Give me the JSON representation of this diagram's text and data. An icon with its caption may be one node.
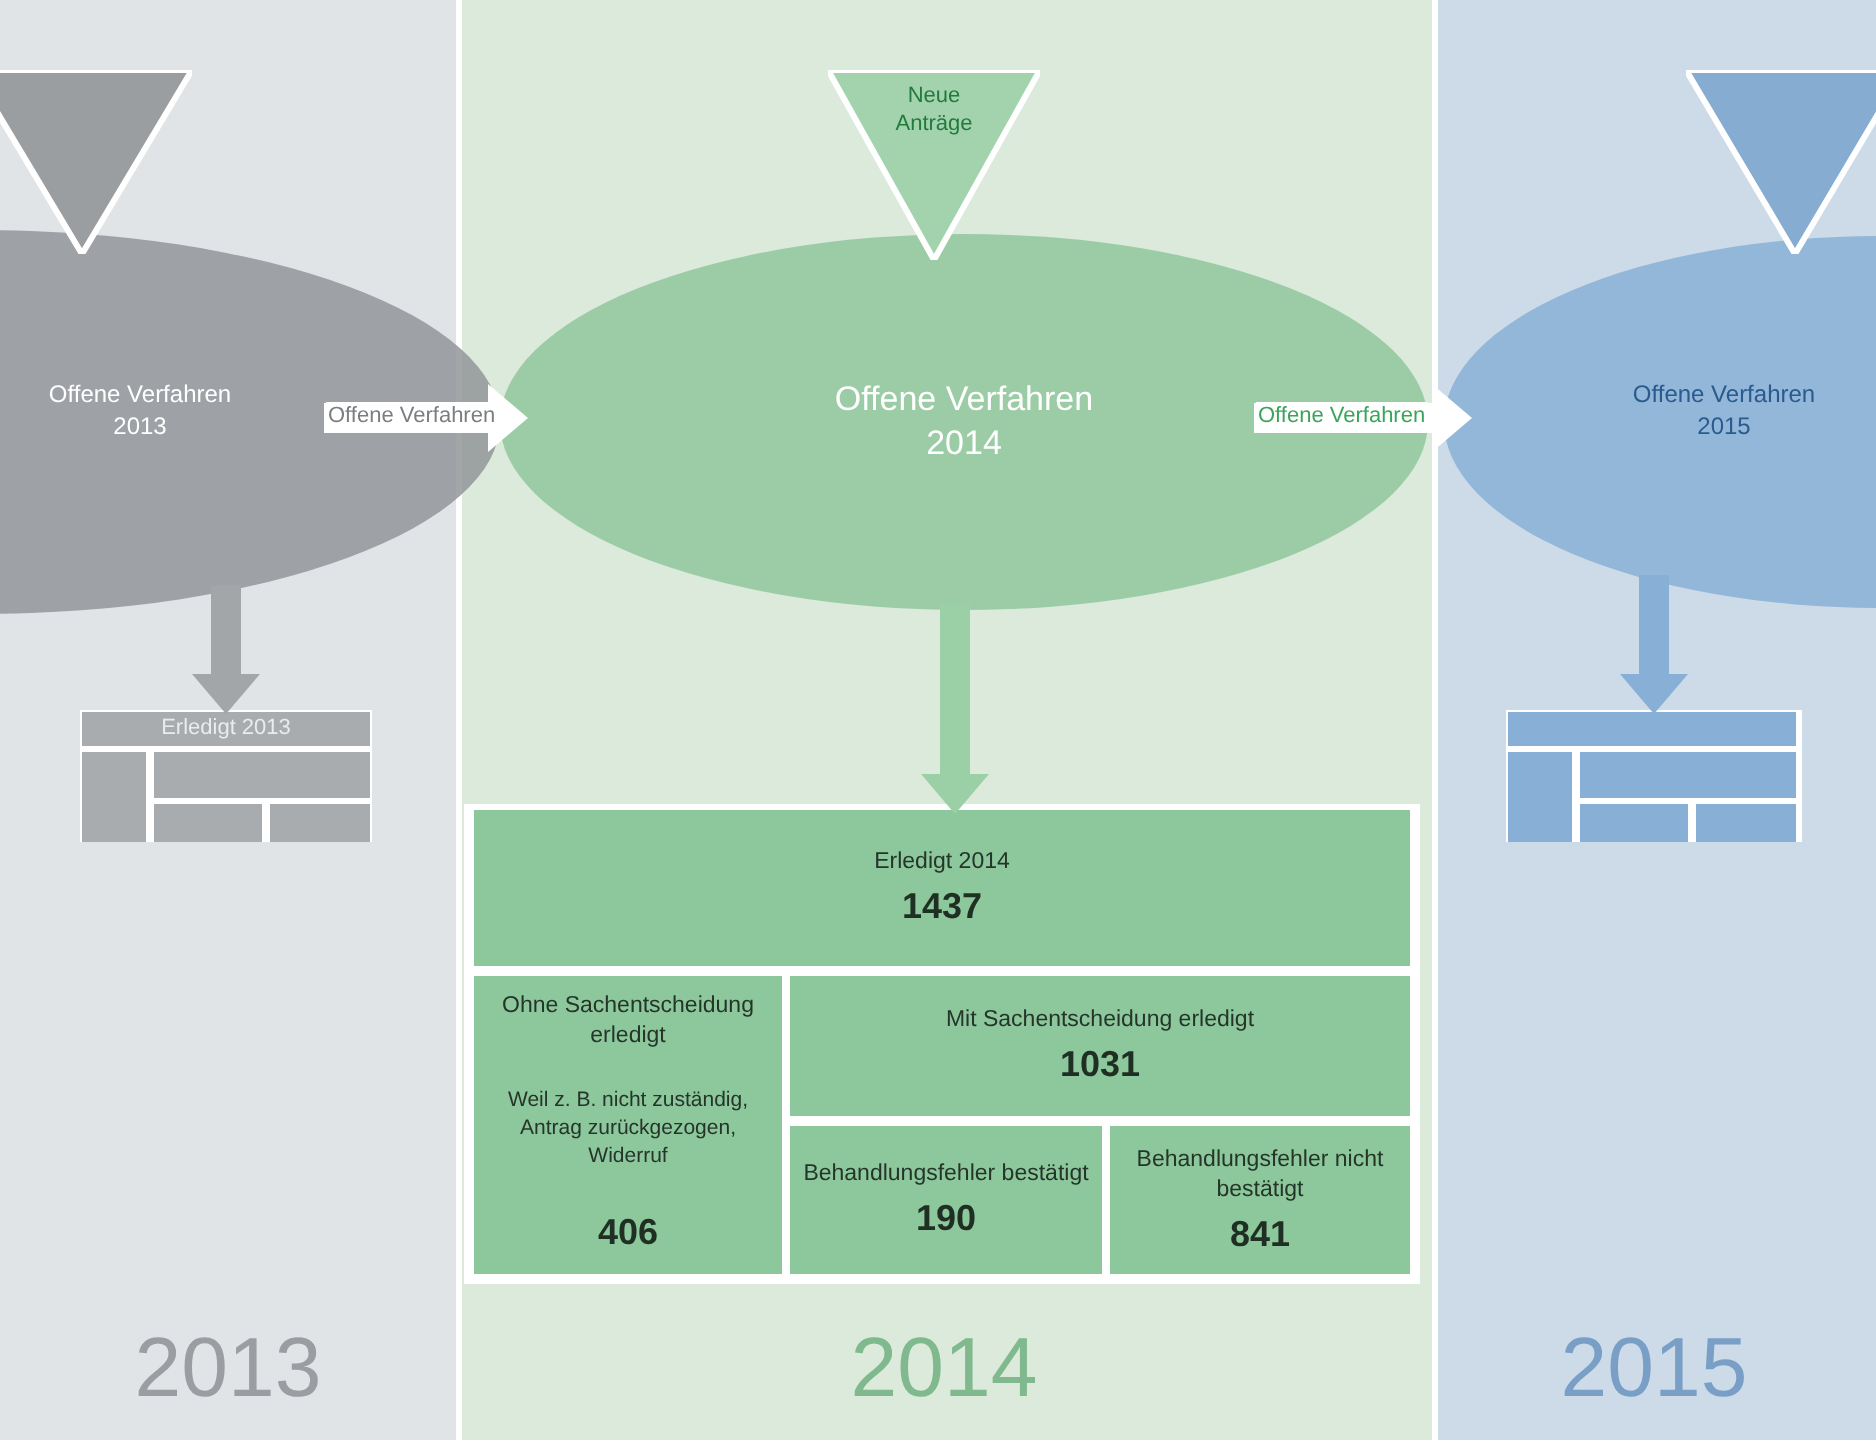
{
  "diagram": {
    "nodes": [
      {
        "text": [
          "2013"
        ]
      },
      {
        "text": [],
        "shape": "triangle",
        "in": 0
      },
      {
        "text": [
          "Offene Verfahren 2013"
        ]
      },
      {
        "text": [
          "Erledigt 2013"
        ],
        "in": 0
      },
      {
        "text": [
          "2014"
        ]
      },
      {
        "text": [
          "Neue Anträge"
        ],
        "in": 4
      },
      {
        "text": [
          "Offene Verfahren 2014"
        ],
        "in": 4
      },
      {
        "text": [
          "Erledigt 2014",
          "1437"
        ],
        "in": 4
      },
      {
        "text": [
          "Ohne Sachentscheidung erledigt",
          "Weil z. B. nicht zuständig, Antrag zurückgezogen, Widerruf",
          "406"
        ],
        "in": 4
      },
      {
        "text": [
          "Mit Sachentscheidung erledigt",
          "1031"
        ],
        "in": 4
      },
      {
        "text": [
          "Behandlungsfehler bestätigt",
          "190"
        ],
        "in": 4
      },
      {
        "text": [
          "Behandlungsfehler nicht bestätigt",
          "841"
        ],
        "in": 4
      },
      {
        "text": [
          "2015"
        ]
      },
      {
        "text": [],
        "shape": "triangle",
        "in": 12
      },
      {
        "text": [
          "Offene Verfahren 2015"
        ]
      },
      {
        "text": [],
        "shape": "box",
        "in": 12
      }
    ],
    "edges": [
      {
        "from": 2,
        "to": 6,
        "arrow": "to",
        "label": "Offene Verfahren"
      },
      {
        "from": 6,
        "to": 14,
        "arrow": "to",
        "label": "Offene Verfahren"
      },
      {
        "from": 2,
        "to": 3,
        "arrow": "to",
        "color": "#a3a6a9"
      },
      {
        "from": 6,
        "to": 7,
        "arrow": "to",
        "color": "#9bcfa6"
      },
      {
        "from": 14,
        "to": 15,
        "arrow": "to",
        "color": "#88b0d6"
      }
    ]
  }
}
